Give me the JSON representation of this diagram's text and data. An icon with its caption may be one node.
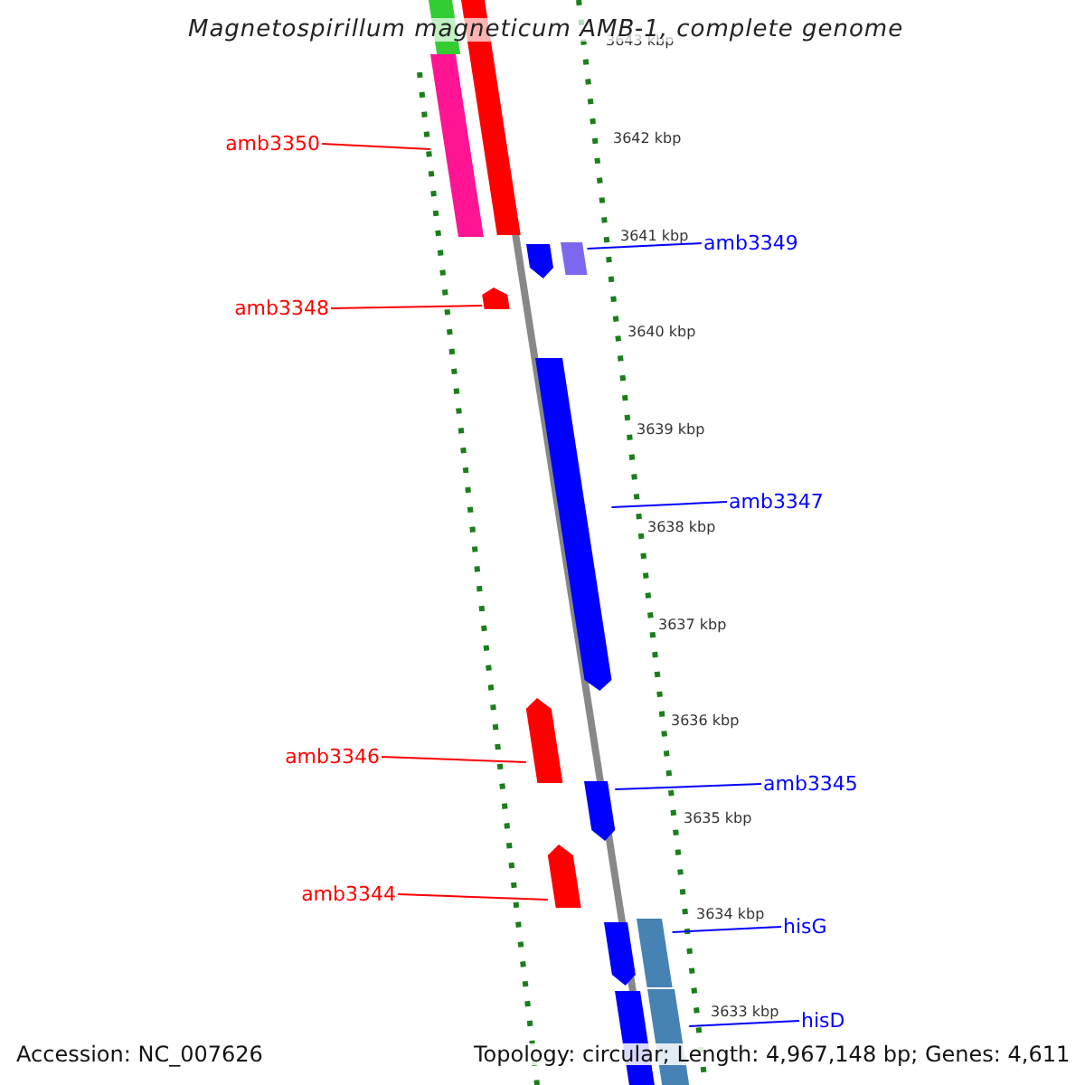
{
  "diagram": {
    "title": "Magnetospirillum magneticum AMB-1, complete genome",
    "nodes": [
      {
        "text": [
          "amb3350"
        ]
      },
      {
        "text": [],
        "shape": "bar"
      },
      {
        "text": [
          "amb3349"
        ]
      },
      {
        "text": [],
        "shape": "bar"
      },
      {
        "text": [
          "amb3348"
        ]
      },
      {
        "text": [],
        "shape": "arrow"
      },
      {
        "text": [
          "amb3347"
        ]
      },
      {
        "text": [],
        "shape": "arrow"
      },
      {
        "text": [
          "amb3346"
        ]
      },
      {
        "text": [],
        "shape": "arrow"
      },
      {
        "text": [
          "amb3345"
        ]
      },
      {
        "text": [],
        "shape": "arrow"
      },
      {
        "text": [
          "amb3344"
        ]
      },
      {
        "text": [],
        "shape": "arrow"
      },
      {
        "text": [
          "hisG"
        ]
      },
      {
        "text": [],
        "shape": "bar"
      },
      {
        "text": [
          "hisD"
        ]
      },
      {
        "text": [],
        "shape": "bar"
      },
      {
        "text": [],
        "shape": "bar"
      },
      {
        "text": [],
        "shape": "bar"
      },
      {
        "text": [],
        "shape": "arrow"
      },
      {
        "text": [],
        "shape": "arrow"
      },
      {
        "text": [],
        "shape": "bar"
      }
    ],
    "edges": [
      {
        "from": 0,
        "to": 1,
        "arrow": "none",
        "color": "#ff0000"
      },
      {
        "from": 2,
        "to": 3,
        "arrow": "none",
        "color": "#0000ff"
      },
      {
        "from": 4,
        "to": 5,
        "arrow": "none",
        "color": "#ff0000"
      },
      {
        "from": 6,
        "to": 7,
        "arrow": "none",
        "color": "#0000ff"
      },
      {
        "from": 8,
        "to": 9,
        "arrow": "none",
        "color": "#ff0000"
      },
      {
        "from": 10,
        "to": 11,
        "arrow": "none",
        "color": "#0000ff"
      },
      {
        "from": 12,
        "to": 13,
        "arrow": "none",
        "color": "#ff0000"
      },
      {
        "from": 14,
        "to": 15,
        "arrow": "none",
        "color": "#0000ff"
      },
      {
        "from": 16,
        "to": 17,
        "arrow": "none",
        "color": "#0000ff"
      }
    ],
    "labels": [
      "3643 kbp",
      "3642 kbp",
      "3641 kbp",
      "3640 kbp",
      "3639 kbp",
      "3638 kbp",
      "3637 kbp",
      "3636 kbp",
      "3635 kbp",
      "3634 kbp",
      "3633 kbp",
      "Accession: NC_007626",
      "Topology: circular; Length: 4,967,148 bp; Genes: 4,611"
    ]
  }
}
